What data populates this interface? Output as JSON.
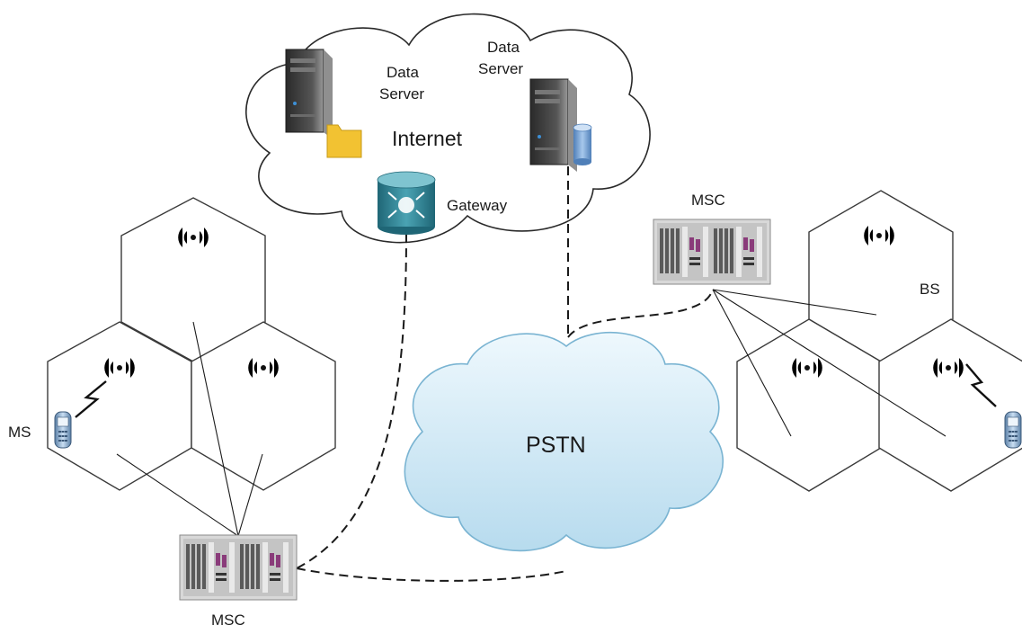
{
  "labels": {
    "server_left": [
      "Data",
      "Server"
    ],
    "server_right": [
      "Data",
      "Server"
    ],
    "internet": "Internet",
    "gateway": "Gateway",
    "msc_bottom": "MSC",
    "msc_right": "MSC",
    "bs": "BS",
    "ms": "MS",
    "pstn": "PSTN"
  },
  "icons": {
    "data_server_folder": "data-server-icon",
    "data_server_database": "database-server-icon",
    "gateway": "gateway-router-icon",
    "msc": "msc-rack-icon",
    "base_station": "cell-tower-icon",
    "mobile_station": "mobile-phone-icon",
    "cloud": "cloud-icon"
  },
  "colors": {
    "pstn_cloud": "#cfe7f3",
    "gateway": "#2f7f8f",
    "folder": "#f2c232",
    "database": "#6a9bd0"
  }
}
